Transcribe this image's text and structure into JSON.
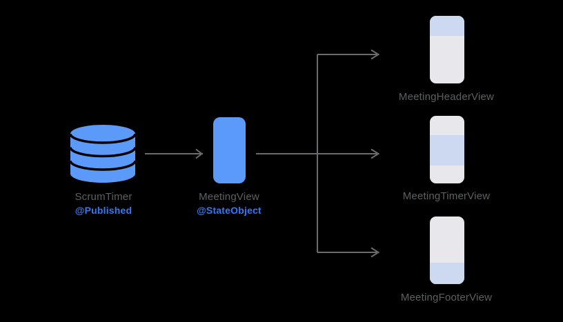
{
  "diagram": {
    "title": "MeetingView data flow diagram",
    "colors": {
      "background": "#000000",
      "accent-blue": "#5b9af8",
      "annotation-blue": "#3479f6",
      "label-gray": "#5d6063",
      "arrow-gray": "#6c6c71",
      "phone-gray": "#e8e8ec",
      "band-blue": "#cdd9f1"
    },
    "nodes": {
      "source": {
        "label": "ScrumTimer",
        "annotation": "@Published",
        "icon": "database-icon"
      },
      "parent": {
        "label": "MeetingView",
        "annotation": "@StateObject",
        "icon": "phone-screen-icon"
      },
      "children": [
        {
          "label": "MeetingHeaderView",
          "highlight_region": "top"
        },
        {
          "label": "MeetingTimerView",
          "highlight_region": "middle"
        },
        {
          "label": "MeetingFooterView",
          "highlight_region": "bottom"
        }
      ]
    }
  }
}
